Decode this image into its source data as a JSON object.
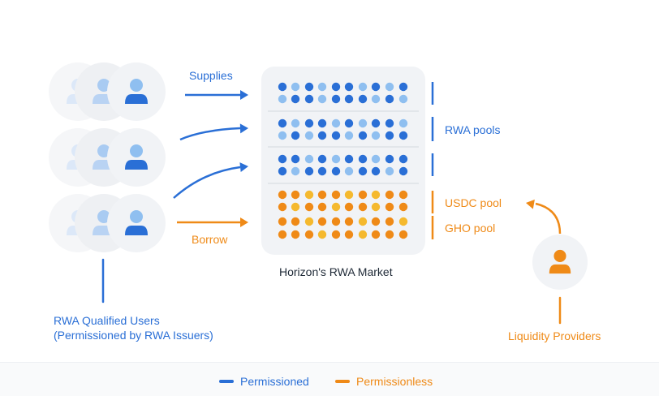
{
  "labels": {
    "supplies": "Supplies",
    "borrow": "Borrow",
    "rwa_pools": "RWA pools",
    "usdc_pool": "USDC pool",
    "gho_pool": "GHO pool",
    "market_title": "Horizon's RWA Market",
    "users_line1": "RWA Qualified Users",
    "users_line2": "(Permissioned by RWA Issuers)",
    "liquidity_providers": "Liquidity Providers"
  },
  "legend": [
    {
      "name": "permissioned",
      "label": "Permissioned",
      "color": "#2a6fd6"
    },
    {
      "name": "permissionless",
      "label": "Permissionless",
      "color": "#ef8a17"
    }
  ],
  "colors": {
    "blue": "#2a6fd6",
    "light_blue": "#8fbff0",
    "orange": "#ef8a17",
    "light_orange": "#f5b92e",
    "panel": "#f1f3f6",
    "avatar_bg": "#f1f3f6"
  },
  "icons": [
    "user-icon",
    "arrow-right-icon"
  ]
}
